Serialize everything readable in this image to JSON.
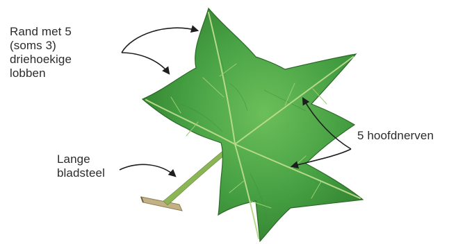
{
  "annotations": {
    "margin": {
      "lines": [
        "Rand met 5",
        "(soms 3)",
        "driehoekige",
        "lobben"
      ]
    },
    "veins": {
      "lines": [
        "5 hoofdnerven"
      ]
    },
    "petiole": {
      "lines": [
        "Lange",
        "bladsteel"
      ]
    }
  },
  "colors": {
    "leaf_dark": "#2f7a2c",
    "leaf_main": "#46a043",
    "leaf_light": "#6cbf5a",
    "vein": "#b6d98a",
    "stem": "#8fb85a",
    "twig": "#b9a77a",
    "arrow": "#1e1e1e",
    "text": "#2b2b2b"
  },
  "image": {
    "subject": "plane-tree-leaf",
    "icon": "leaf-icon"
  }
}
